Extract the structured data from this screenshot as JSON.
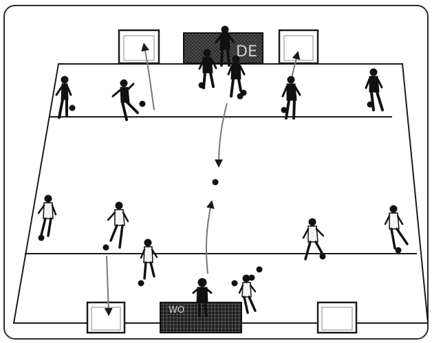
{
  "diagram": {
    "colors": {
      "frame_border": "#2b2b2b",
      "lines": "#1a1a1a",
      "dark_kit": "#111111",
      "light_kit": "#f4f4f4",
      "arrow": "#777777",
      "net": "#222222"
    },
    "goal_labels": {
      "top_goal": "DE",
      "bottom_goal": "WO"
    },
    "elements": {
      "field": "small-sided-pitch",
      "zones": [
        "top-end-zone",
        "middle-zone",
        "bottom-end-zone"
      ],
      "mini_goals": 4,
      "full_goals": 2,
      "balls_visible": 16
    }
  }
}
